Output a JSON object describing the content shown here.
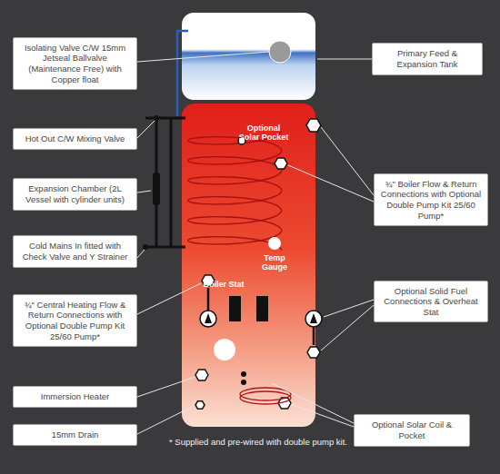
{
  "diagram": {
    "nodes": [
      {
        "text": [
          "Isolating Valve C/W 15mm Jetseal Ballvalve (Maintenance Free) with Copper float"
        ]
      },
      {
        "text": [
          "Primary Feed & Expansion Tank"
        ]
      },
      {
        "text": [
          "Hot Out C/W Mixing Valve"
        ]
      },
      {
        "text": [
          "¾\" Boiler Flow & Return Connections with Optional Double Pump Kit 25/60 Pump*"
        ]
      },
      {
        "text": [
          "Expansion Chamber (2L Vessel with cylinder units)"
        ]
      },
      {
        "text": [
          "Cold Mains In fitted with Check Valve and Y Strainer"
        ]
      },
      {
        "text": [
          "¾\" Central Heating Flow & Return Connections with Optional Double Pump Kit 25/60 Pump*"
        ]
      },
      {
        "text": [
          "Optional Solid Fuel Connections & Overheat Stat"
        ]
      },
      {
        "text": [
          "Immersion Heater"
        ]
      },
      {
        "text": [
          "15mm Drain"
        ]
      },
      {
        "text": [
          "Optional Solar Coil & Pocket"
        ]
      }
    ],
    "labels": [
      "Optional Solar Pocket",
      "Temp Gauge",
      "Boiler Stat",
      "* Supplied and pre-wired with double pump kit."
    ]
  }
}
